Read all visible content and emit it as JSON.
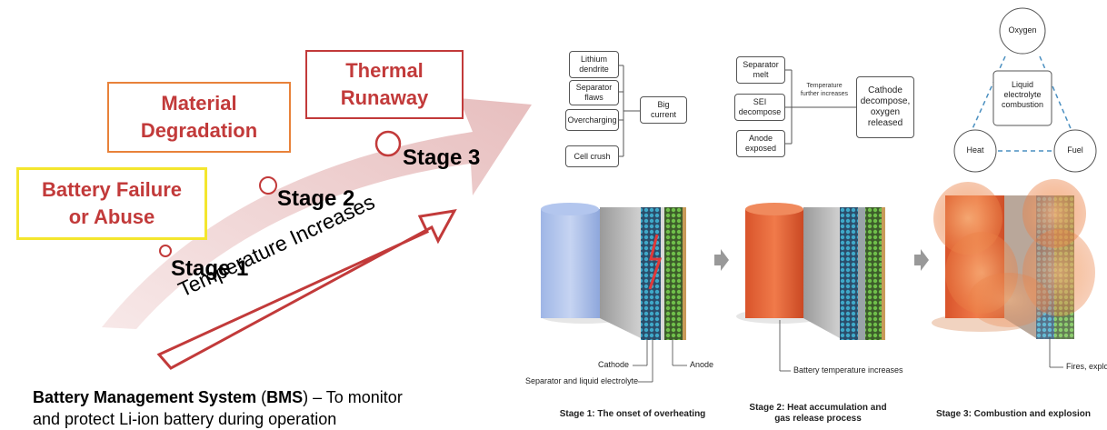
{
  "left": {
    "boxes": {
      "battery_failure": [
        "Battery Failure",
        "or Abuse"
      ],
      "material_degradation": [
        "Material",
        "Degradation"
      ],
      "thermal_runaway": [
        "Thermal",
        "Runaway"
      ]
    },
    "stages": [
      "Stage 1",
      "Stage 2",
      "Stage 3"
    ],
    "arrow_label": "Temperature Increases",
    "colors": {
      "yellow": "#f4e62e",
      "orange": "#e8823a",
      "red": "#c23a3a",
      "pink_arrow": "#ecc9c9"
    },
    "bms": {
      "bold": "Battery Management System",
      "paren_open": " (",
      "abbr": "BMS",
      "rest": ") – To monitor",
      "line2": "and protect Li-ion battery during operation"
    }
  },
  "right": {
    "stage1": {
      "causes": [
        [
          "Lithium",
          "dendrite"
        ],
        [
          "Separator",
          "flaws"
        ],
        [
          "Overcharging"
        ],
        [
          "Cell crush"
        ]
      ],
      "result": [
        "Big",
        "current"
      ],
      "labels": {
        "cathode": "Cathode",
        "separator": "Separator and liquid electrolyte",
        "anode": "Anode"
      },
      "caption": [
        "Stage 1: The onset of overheating"
      ]
    },
    "stage2": {
      "causes": [
        [
          "Separator",
          "melt"
        ],
        [
          "SEI",
          "decompose"
        ],
        [
          "Anode",
          "exposed"
        ]
      ],
      "arrow_label": [
        "Temperature",
        "further increases"
      ],
      "result": [
        "Cathode",
        "decompose,",
        "oxygen",
        "released"
      ],
      "labels": {
        "temp": "Battery temperature increases"
      },
      "caption": [
        "Stage 2: Heat accumulation and",
        "gas release process"
      ]
    },
    "stage3": {
      "triangle": {
        "top": "Oxygen",
        "left": "Heat",
        "right": "Fuel",
        "center": [
          "Liquid",
          "electrolyte",
          "combustion"
        ]
      },
      "labels": {
        "fires": "Fires, explosion"
      },
      "caption": [
        "Stage 3: Combustion and explosion"
      ]
    }
  }
}
